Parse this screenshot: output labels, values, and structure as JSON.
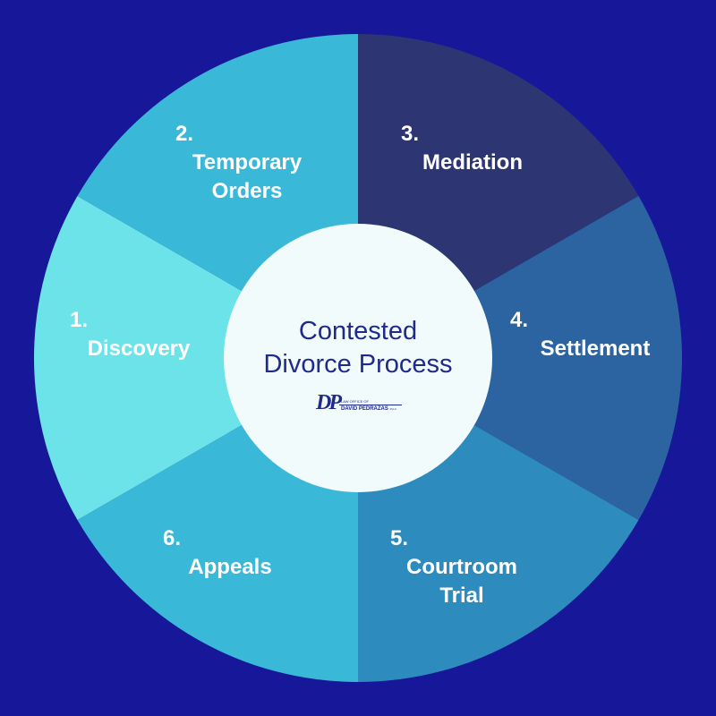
{
  "background_color": "#17179a",
  "center": {
    "title_line1": "Contested",
    "title_line2": "Divorce Process",
    "title_color": "#1f2a8c",
    "fill_color": "#f1fbfb",
    "logo": {
      "mark": "DP",
      "top_text": "LAW OFFICE OF",
      "name_text": "DAVID PEDRAZAS",
      "suffix_text": "PLLC"
    }
  },
  "segments": [
    {
      "id": "discovery",
      "number": "1.",
      "name": "Discovery",
      "color": "#6ce3e8"
    },
    {
      "id": "temporary-orders",
      "number": "2.",
      "name": "Temporary\nOrders",
      "color": "#3ab8d8"
    },
    {
      "id": "mediation",
      "number": "3.",
      "name": "Mediation",
      "color": "#2d3672"
    },
    {
      "id": "settlement",
      "number": "4.",
      "name": "Settlement",
      "color": "#2b64a0"
    },
    {
      "id": "courtroom-trial",
      "number": "5.",
      "name": "Courtroom\nTrial",
      "color": "#2d8cbd"
    },
    {
      "id": "appeals",
      "number": "6.",
      "name": "Appeals",
      "color": "#3ab8d8"
    }
  ]
}
